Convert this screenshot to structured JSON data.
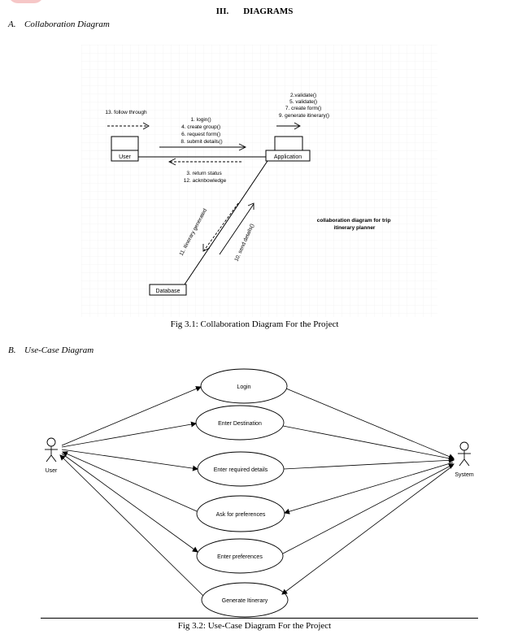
{
  "section": {
    "number": "III.",
    "title": "DIAGRAMS"
  },
  "subsection_a": {
    "letter": "A.",
    "title": "Collaboration Diagram"
  },
  "subsection_b": {
    "letter": "B.",
    "title": "Use-Case Diagram"
  },
  "collab": {
    "objects": {
      "user": "User",
      "application": "Application",
      "database": "Database"
    },
    "messages": {
      "follow": "13. follow through",
      "to_app": [
        "1. login()",
        "4. create group()",
        "6. request form()",
        "8. submit details()"
      ],
      "self": [
        "2.validate()",
        "5. validate()",
        "7. create form()",
        "9. generate itinerary()"
      ],
      "return": [
        "3. return status",
        "12. acknbowledge"
      ],
      "itinerary": "11. itinerary generated",
      "send": "10. send details()"
    },
    "note": [
      "collaboration diagram for trip",
      "itinerary planner"
    ]
  },
  "caption1": "Fig 3.1: Collaboration Diagram For the Project",
  "usecase": {
    "actors": {
      "user": "User",
      "system": "System"
    },
    "cases": [
      "Login",
      "Enter Destination",
      "Enter required details",
      "Ask for preferences",
      "Enter preferences",
      "Generate Itinerary"
    ]
  },
  "caption2": "Fig 3.2: Use-Case Diagram For the Project"
}
